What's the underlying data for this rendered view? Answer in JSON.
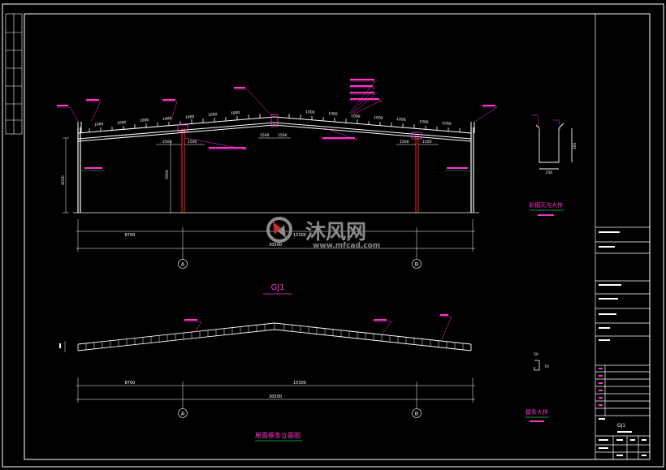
{
  "colors": {
    "background": "#000000",
    "line": "#ffffff",
    "annotation": "#ff33cc",
    "column": "#cc2222",
    "leader": "#00cc44",
    "dim": "#ffff33",
    "watermark": "#8a8a8a",
    "logo_accent": "#cc2b2b"
  },
  "watermark": {
    "brand": "沐风网",
    "url": "www.mfcad.com",
    "icon": "mfcad-logo-icon"
  },
  "frame": {
    "spacing_1000": "1000",
    "dim_2500": "2500",
    "dim_1500": "1500",
    "height_6000": "6000",
    "height_5950": "5950",
    "bay_8700": "8700",
    "span_15300": "15300",
    "total_30500": "30500",
    "axis_a": "A",
    "axis_b": "B",
    "title": "GJ1"
  },
  "elevation": {
    "bay_8700": "8700",
    "span_15300": "15300",
    "total_30500": "30500",
    "axis_a": "A",
    "axis_b": "B",
    "title": "屋面檩条立面图"
  },
  "gutter_detail": {
    "title": "彩钢天沟大样",
    "dim_300": "300",
    "dim_250": "250"
  },
  "purlin_detail": {
    "title": "檩条大样",
    "dim_50": "50",
    "dim_70": "70"
  },
  "title_block": {
    "sheet_code": "GJ1"
  }
}
